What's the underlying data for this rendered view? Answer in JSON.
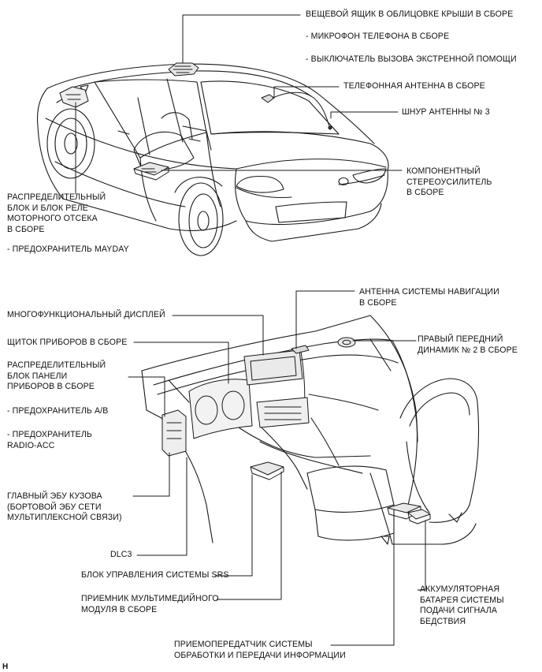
{
  "labels": {
    "overhead_box": "ВЕЩЕВОЙ ЯЩИК В ОБЛИЦОВКЕ КРЫШИ В СБОРЕ",
    "mic": "- МИКРОФОН ТЕЛЕФОНА В СБОРЕ",
    "sos_switch": "- ВЫКЛЮЧАТЕЛЬ ВЫЗОВА ЭКСТРЕННОЙ ПОМОЩИ",
    "phone_antenna": "ТЕЛЕФОННАЯ АНТЕННА В СБОРЕ",
    "antenna_cord": "ШНУР АНТЕННЫ № 3",
    "stereo_amp": "КОМПОНЕНТНЫЙ\nСТЕРЕОУСИЛИТЕЛЬ\nВ СБОРЕ",
    "engine_relay_block": "РАСПРЕДЕЛИТЕЛЬНЫЙ\nБЛОК И БЛОК РЕЛЕ\nМОТОРНОГО ОТСЕКА\nВ СБОРЕ",
    "mayday_fuse": "- ПРЕДОХРАНИТЕЛЬ MAYDAY",
    "nav_antenna": "АНТЕННА СИСТЕМЫ НАВИГАЦИИ\nВ СБОРЕ",
    "multi_display": "МНОГОФУНКЦИОНАЛЬНЫЙ ДИСПЛЕЙ",
    "speaker": "ПРАВЫЙ ПЕРЕДНИЙ\nДИНАМИК № 2 В СБОРЕ",
    "cluster": "ЩИТОК ПРИБОРОВ В СБОРЕ",
    "panel_junction": "РАСПРЕДЕЛИТЕЛЬНЫЙ\nБЛОК ПАНЕЛИ\nПРИБОРОВ В СБОРЕ",
    "ab_fuse": "- ПРЕДОХРАНИТЕЛЬ A/B",
    "radio_fuse": "- ПРЕДОХРАНИТЕЛЬ\nRADIO-ACC",
    "body_ecu": "ГЛАВНЫЙ ЭБУ КУЗОВА\n(БОРТОВОЙ ЭБУ СЕТИ\nМУЛЬТИПЛЕКСНОЙ СВЯЗИ)",
    "dlc3": "DLC3",
    "srs_ecu": "БЛОК УПРАВЛЕНИЯ СИСТЕМЫ SRS",
    "multimedia": "ПРИЕМНИК МУЛЬТИМЕДИЙНОГО\nМОДУЛЯ В СБОРЕ",
    "backup_battery": "АККУМУЛЯТОРНАЯ\nБАТАРЕЯ СИСТЕМЫ\nПОДАЧИ СИГНАЛА\nБЕДСТВИЯ",
    "transceiver": "ПРИЕМОПЕРЕДАТЧИК СИСТЕМЫ\nОБРАБОТКИ И ПЕРЕДАЧИ ИНФОРМАЦИИ",
    "corner_mark": "H"
  }
}
